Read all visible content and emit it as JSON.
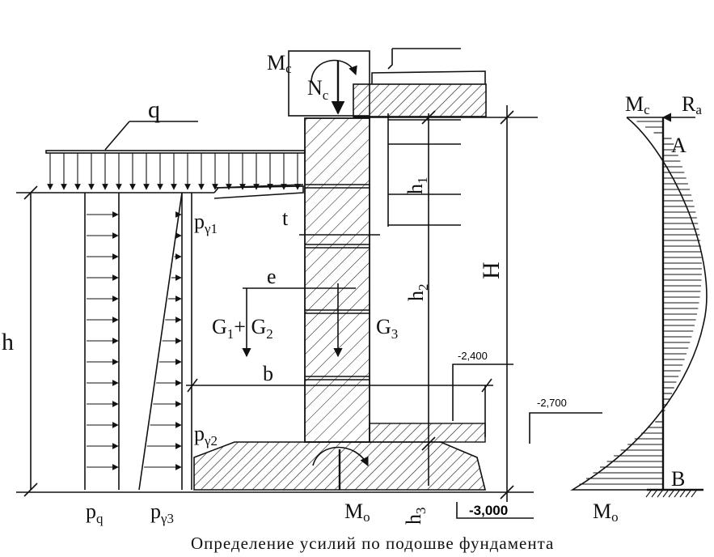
{
  "labels": {
    "q": "q",
    "h": "h",
    "h1_base": "h",
    "h1_sub": "1",
    "h2_base": "h",
    "h2_sub": "2",
    "h3_base": "h",
    "h3_sub": "3",
    "H": "H",
    "t": "t",
    "e": "e",
    "b": "b",
    "Nc_base": "N",
    "Nc_sub": "c",
    "Mc_top_base": "M",
    "Mc_top_sub": "c",
    "Mc_right_base": "M",
    "Mc_right_sub": "c",
    "Ra_base": "R",
    "Ra_sub": "a",
    "A": "A",
    "B": "B",
    "Mo_bottom_base": "M",
    "Mo_bottom_sub": "o",
    "Mo_right_base": "M",
    "Mo_right_sub": "o",
    "py1_base": "p",
    "py1_sub": "γ1",
    "py2_base": "p",
    "py2_sub": "γ2",
    "py3_base": "p",
    "py3_sub": "γ3",
    "pq_base": "p",
    "pq_sub": "q",
    "G1": "G",
    "G1_sub": "1",
    "G2_plus": "+ G",
    "G2_sub": "2",
    "G3": "G",
    "G3_sub": "3"
  },
  "elevations": {
    "e1": "-2,400",
    "e2": "-2,700",
    "e3": "-3,000"
  },
  "caption": "Определение усилий по подошве фундамента"
}
